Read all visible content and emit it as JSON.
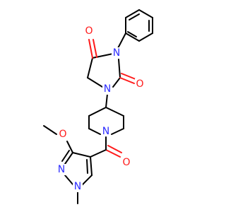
{
  "molecule": {
    "atoms": {
      "o_top": "O",
      "o_right": "O",
      "n_imid_top": "N",
      "n_imid_bottom": "N",
      "n_piperidine": "N",
      "o_carbonyl": "O",
      "o_methoxy": "O",
      "n_pyrazole_2": "N",
      "n_pyrazole_1": "N"
    },
    "colors": {
      "carbon_bond": "#000000",
      "nitrogen": "#2d2dff",
      "oxygen": "#ff1a1a",
      "background": "#ffffff"
    }
  }
}
